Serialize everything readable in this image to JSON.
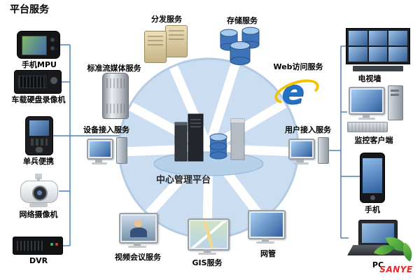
{
  "title": "平台服务",
  "hub": {
    "label": "中心管理平台"
  },
  "services": {
    "distribution": {
      "label": "分发服务"
    },
    "storage": {
      "label": "存储服务"
    },
    "streaming": {
      "label": "标准流媒体服务"
    },
    "web": {
      "label": "Web访问服务"
    },
    "device_access": {
      "label": "设备接入服务"
    },
    "user_access": {
      "label": "用户接入服务"
    },
    "video_conference": {
      "label": "视频会议服务"
    },
    "gis": {
      "label": "GIS服务"
    },
    "network_mgmt": {
      "label": "网管"
    }
  },
  "left_devices": {
    "mobile_mpu": {
      "label": "手机MPU"
    },
    "vehicle_dvr": {
      "label": "车载硬盘录像机"
    },
    "portable": {
      "label": "单兵便携"
    },
    "network_camera": {
      "label": "网络摄像机"
    },
    "dvr": {
      "label": "DVR"
    }
  },
  "right_clients": {
    "tv_wall": {
      "label": "电视墙"
    },
    "monitor_client": {
      "label": "监控客户端"
    },
    "mobile": {
      "label": "手机"
    },
    "pc": {
      "label": "PC"
    }
  },
  "logo": {
    "text": "SANYE"
  },
  "colors": {
    "wheel": "#cbddf0",
    "connector": "#4f81bd",
    "db_blue": "#3e73b7",
    "ie_blue": "#2470c5",
    "swoosh_yellow": "#f3c300",
    "sanye_red": "#e8262a",
    "leaf_green": "#2f8f35"
  }
}
